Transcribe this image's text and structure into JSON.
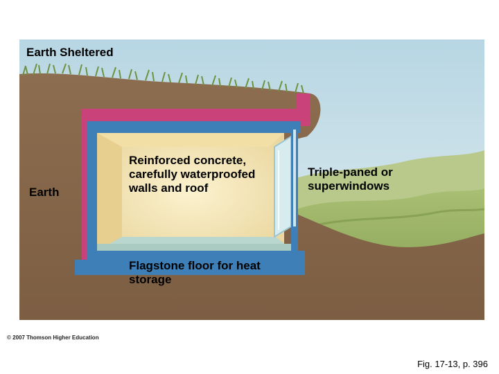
{
  "title": "Earth Sheltered",
  "labels": {
    "earth": "Earth",
    "concrete": "Reinforced concrete,\ncarefully waterproofed\nwalls and roof",
    "windows": "Triple-paned or\nsuperwindows",
    "floor": "Flagstone floor for heat\nstorage"
  },
  "copyright": "© 2007 Thomson Higher Education",
  "figure_ref": "Fig. 17-13, p. 396",
  "colors": {
    "sky": "#cde3ec",
    "soil": "#8a6a4c",
    "grass": "#7a9a4a",
    "hills": "#9fb86a",
    "insulation": "#c9427a",
    "wall": "#3f7fb8",
    "interior": "#f3e3b4",
    "floor": "#b9d7cf"
  },
  "icons": [
    "grass-texture",
    "glass-pane"
  ]
}
